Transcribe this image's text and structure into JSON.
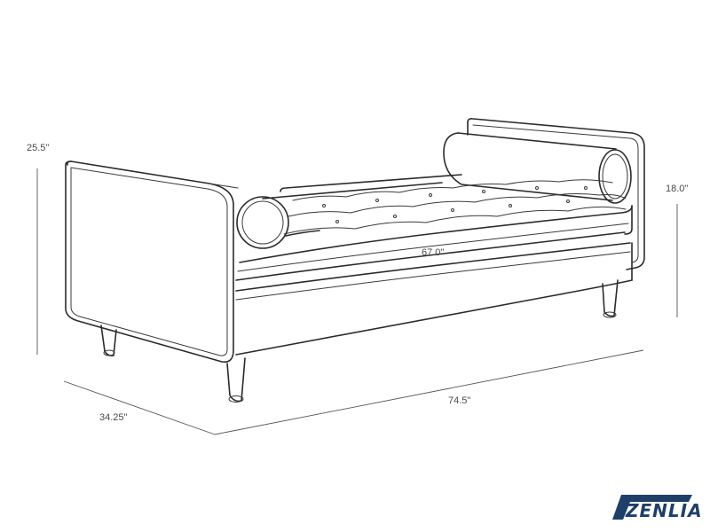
{
  "dimensions": {
    "height_total": "25.5\"",
    "seat_height": "18.0\"",
    "seat_width": "67.0\"",
    "overall_width": "74.5\"",
    "depth": "34.25\""
  },
  "brand": {
    "name": "ZENLIA",
    "color": "#1f3f68"
  }
}
